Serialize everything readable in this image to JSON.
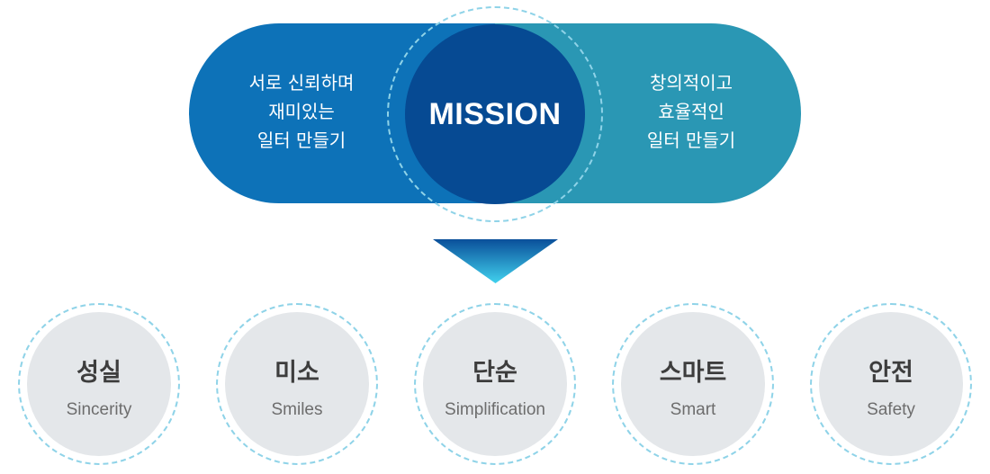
{
  "mission": {
    "title": "MISSION"
  },
  "left_text": [
    "서로 신뢰하며",
    "재미있는",
    "일터 만들기"
  ],
  "right_text": [
    "창의적이고",
    "효율적인",
    "일터 만들기"
  ],
  "values": [
    {
      "ko": "성실",
      "en": "Sincerity"
    },
    {
      "ko": "미소",
      "en": "Smiles"
    },
    {
      "ko": "단순",
      "en": "Simplification"
    },
    {
      "ko": "스마트",
      "en": "Smart"
    },
    {
      "ko": "안전",
      "en": "Safety"
    }
  ],
  "colors": {
    "left_pill": "#0d72b8",
    "right_pill": "#2a97b4",
    "mission_circle": "#064a93",
    "dashed_ring": "#8fd3e8",
    "value_disc": "#e4e7ea"
  }
}
